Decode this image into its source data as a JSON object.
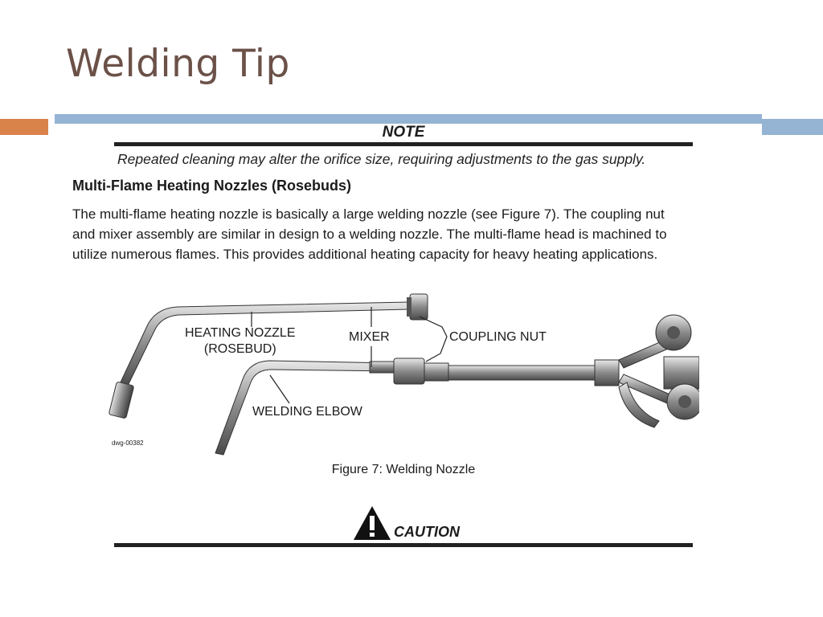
{
  "slide": {
    "title": "Welding Tip"
  },
  "note": {
    "label": "NOTE",
    "text": "Repeated cleaning may alter the orifice size, requiring adjustments to the gas supply."
  },
  "section": {
    "heading": "Multi-Flame Heating Nozzles (Rosebuds)",
    "body_lines": [
      "The multi-flame heating nozzle is basically a large welding nozzle (see Figure 7). The coupling nut",
      "and mixer assembly are similar in design to a welding nozzle. The multi-flame head is machined to",
      "utilize numerous flames. This provides additional heating capacity for heavy heating applications."
    ]
  },
  "figure": {
    "callouts": {
      "heating_nozzle_line1": "HEATING NOZZLE",
      "heating_nozzle_line2": "(ROSEBUD)",
      "mixer": "MIXER",
      "coupling_nut": "COUPLING NUT",
      "welding_elbow": "WELDING ELBOW"
    },
    "drawing_code": "dwg-00382",
    "caption": "Figure 7: Welding Nozzle"
  },
  "caution": {
    "label": "CAUTION",
    "icon": "warning-triangle-icon"
  },
  "colors": {
    "title": "#6b5148",
    "accent_orange": "#d9824a",
    "accent_blue": "#95b4d4"
  }
}
